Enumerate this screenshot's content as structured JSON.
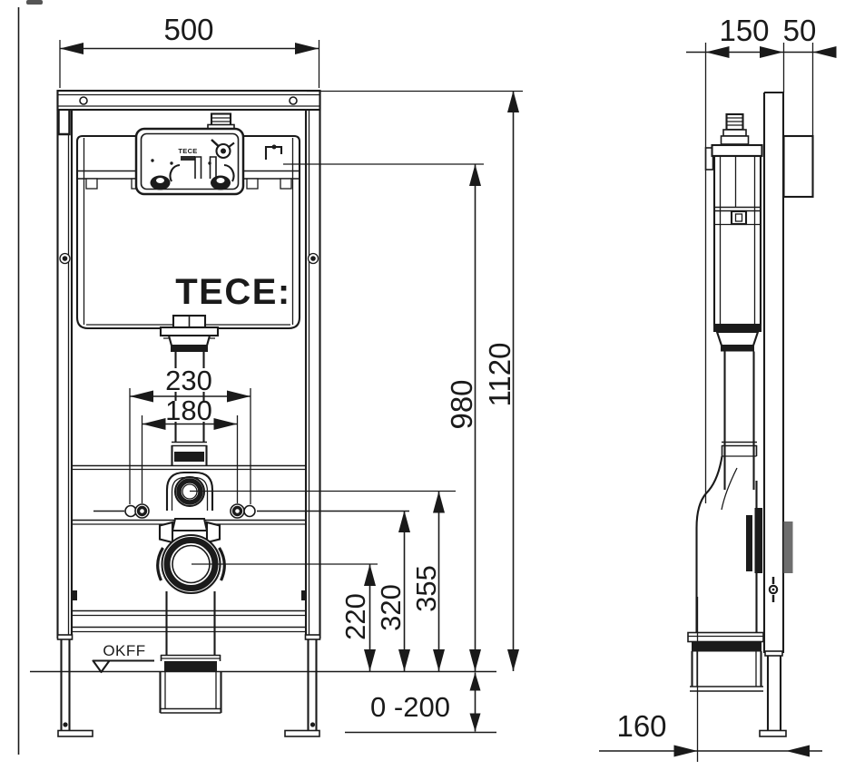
{
  "drawing": {
    "background": "#ffffff",
    "line_color": "#1a1a1a",
    "dark_fill": "#1b1b1b",
    "gray_fill": "#6e6e6e",
    "front_view": {
      "logo": "TECE:",
      "access_box_brand": "TECE",
      "floor_marker_label": "OKFF",
      "dims": {
        "frame_width": "500",
        "fixing_spacing_outer": "230",
        "fixing_spacing_inner": "180",
        "frame_height": "1120",
        "cistern_top_height": "980",
        "flush_pipe_height": "355",
        "fixing_height": "320",
        "drain_height": "220",
        "foot_adjustment_range": "0 -200"
      }
    },
    "side_view": {
      "dims": {
        "frame_depth": "150",
        "actuator_box_depth": "50",
        "drain_offset": "160"
      }
    }
  }
}
